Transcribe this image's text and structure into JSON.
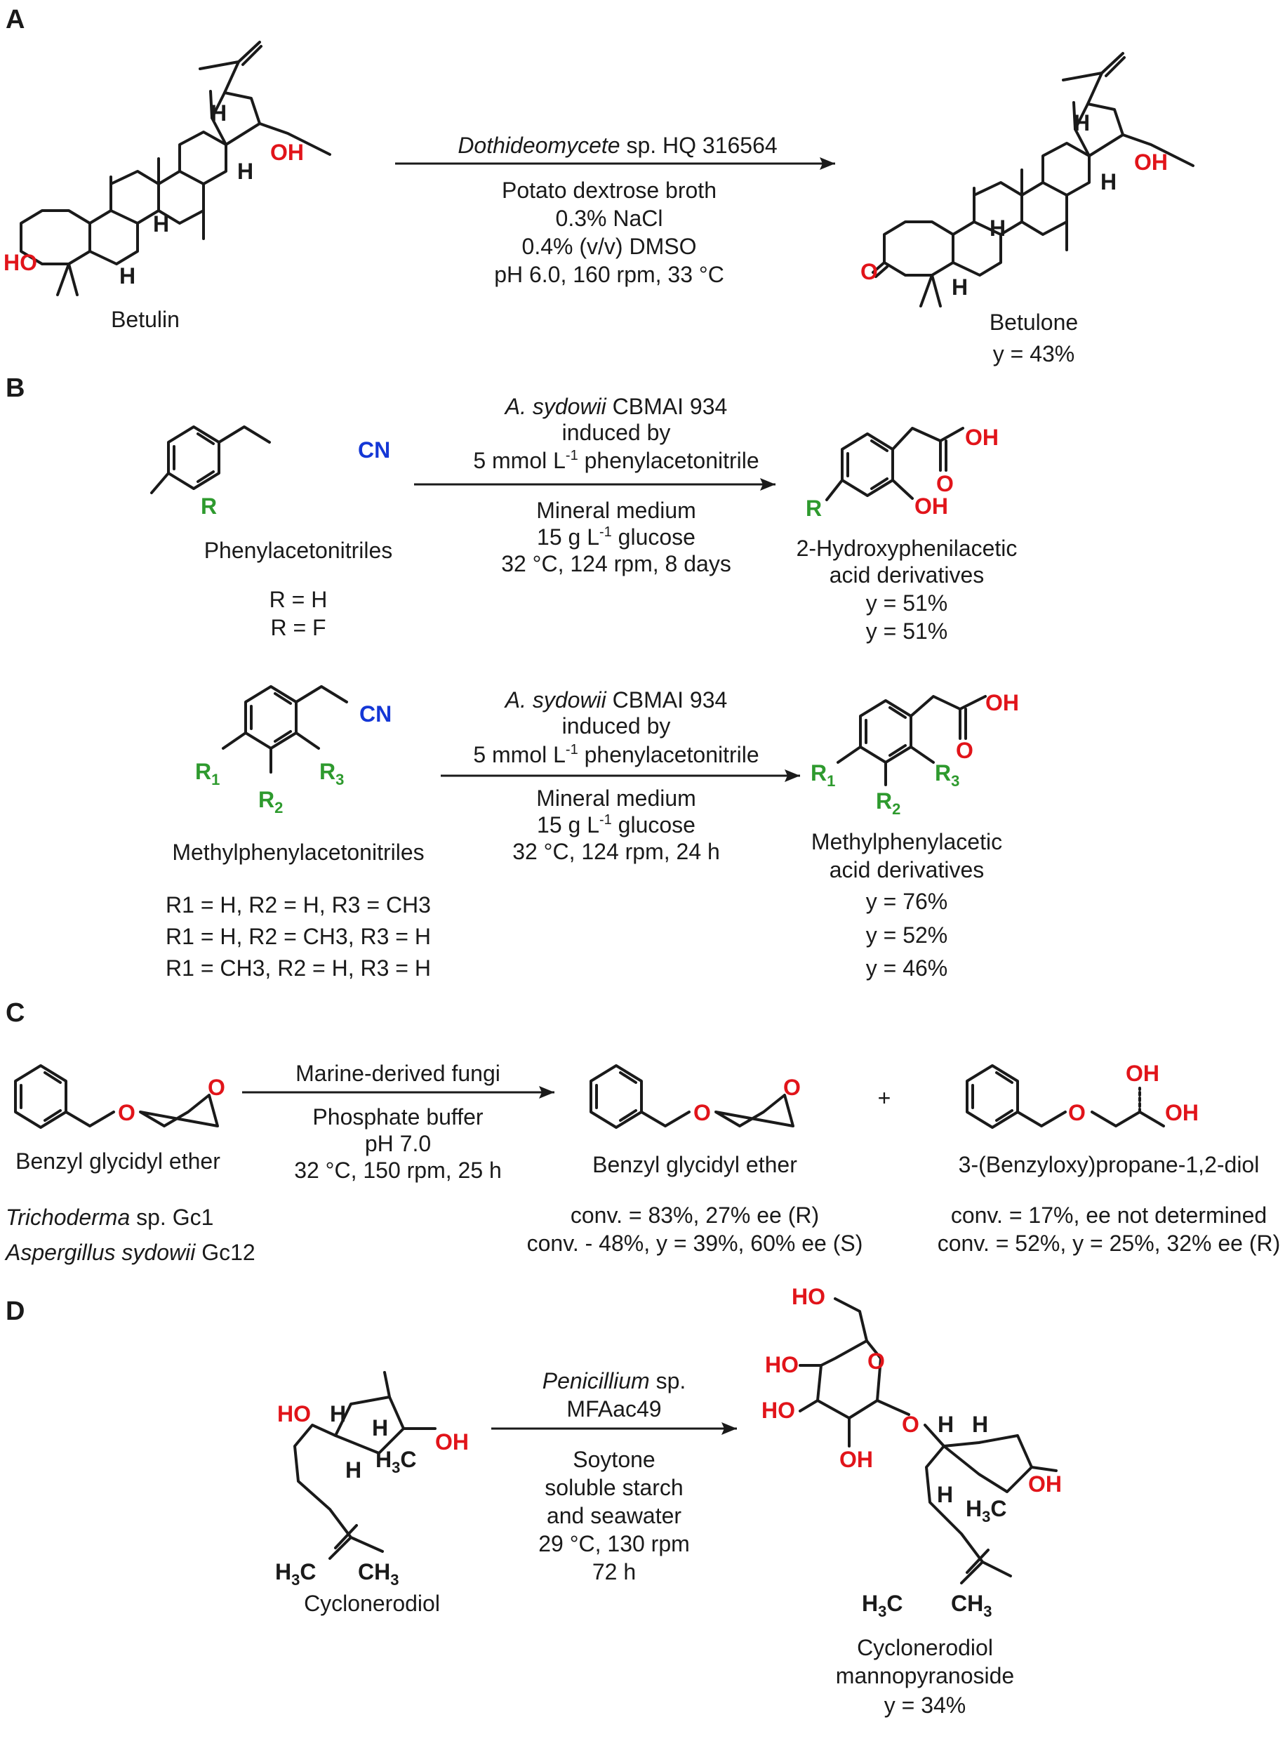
{
  "panels": {
    "A": {
      "label": "A",
      "reactant": "Betulin",
      "product": "Betulone",
      "yield": "y = 43%",
      "organism": "Dothideomycete",
      "organism_rest": " sp. HQ 316564",
      "conditions": [
        "Potato dextrose broth",
        "0.3% NaCl",
        "0.4% (v/v) DMSO",
        "pH 6.0, 160 rpm, 33 °C"
      ]
    },
    "B": {
      "label": "B",
      "reaction1": {
        "above": [
          "A. sydowii",
          " CBMAI 934",
          "induced by",
          "5 mmol L",
          "-1",
          " phenylacetonitrile"
        ],
        "below": [
          "Mineral medium",
          "15 g L",
          "-1",
          " glucose",
          "32 °C, 124 rpm, 8 days"
        ],
        "reactant": "Phenylacetonitriles",
        "substituents": [
          "R = H",
          "R = F"
        ],
        "product_lines": [
          "2-Hydroxyphenilacetic",
          "acid derivatives"
        ],
        "yields": [
          "y = 51%",
          "y = 51%"
        ]
      },
      "reaction2": {
        "above": [
          "A. sydowii",
          " CBMAI 934",
          "induced by",
          "5 mmol L",
          "-1",
          " phenylacetonitrile"
        ],
        "below": [
          "Mineral medium",
          "15 g L",
          "-1",
          " glucose",
          "32 °C, 124 rpm, 24 h"
        ],
        "reactant": "Methylphenylacetonitriles",
        "substituents": [
          "R1 = H, R2 = H, R3 = CH3",
          "R1 = H, R2 = CH3, R3 = H",
          "R1 = CH3, R2 = H, R3 = H"
        ],
        "product_lines": [
          "Methylphenylacetic",
          "acid derivatives"
        ],
        "yields": [
          "y = 76%",
          "y = 52%",
          "y = 46%"
        ]
      }
    },
    "C": {
      "label": "C",
      "above": "Marine-derived fungi",
      "below": [
        "Phosphate buffer",
        "pH 7.0",
        "32 °C, 150 rpm, 25 h"
      ],
      "reactant": "Benzyl glycidyl ether",
      "product1": "Benzyl glycidyl ether",
      "plus": "+",
      "product2": "3-(Benzyloxy)propane-1,2-diol",
      "organisms": [
        {
          "name": "Trichoderma",
          "rest": " sp. Gc1"
        },
        {
          "name": "Aspergillus sydowii",
          "rest": " Gc12"
        }
      ],
      "results1": [
        "conv. = 83%, 27% ee (R)",
        "conv. - 48%, y = 39%, 60% ee (S)"
      ],
      "results2": [
        "conv. = 17%, ee not determined",
        "conv. = 52%, y = 25%, 32% ee (R)"
      ]
    },
    "D": {
      "label": "D",
      "organism": "Penicillium",
      "organism_rest": " sp.",
      "strain": "MFAac49",
      "conditions": [
        "Soytone",
        "soluble starch",
        "and seawater",
        "29 °C, 130 rpm",
        "72 h"
      ],
      "reactant": "Cyclonerodiol",
      "product_lines": [
        "Cyclonerodiol",
        "mannopyranoside"
      ],
      "yield": "y = 34%"
    }
  },
  "atoms": {
    "OH": "OH",
    "HO": "HO",
    "O": "O",
    "H": "H",
    "CN": "CN",
    "R": "R",
    "R1": "R",
    "R2": "R",
    "R3": "R",
    "sub1": "1",
    "sub2": "2",
    "sub3": "3",
    "H3C": "H",
    "H3C_sub": "3",
    "H3C_C": "C",
    "CH3": "CH",
    "CH3_sub": "3"
  },
  "colors": {
    "heteroatom": "#e1141a",
    "nitrile": "#1437d6",
    "substituent": "#2e9a2e"
  }
}
